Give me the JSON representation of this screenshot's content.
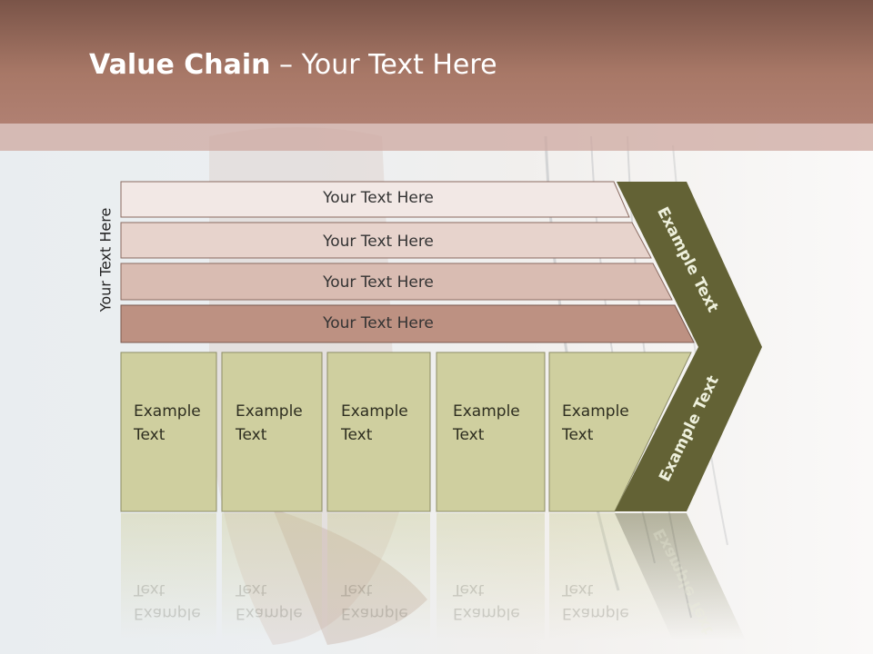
{
  "title": {
    "bold": "Value Chain",
    "rest": " – Your Text Here"
  },
  "vertical_label": "Your Text Here",
  "rows": [
    {
      "label": "Your Text Here"
    },
    {
      "label": "Your Text Here"
    },
    {
      "label": "Your Text Here"
    },
    {
      "label": "Your Text Here"
    }
  ],
  "boxes": [
    {
      "line1": "Example",
      "line2": "Text"
    },
    {
      "line1": "Example",
      "line2": "Text"
    },
    {
      "line1": "Example",
      "line2": "Text"
    },
    {
      "line1": "Example",
      "line2": "Text"
    },
    {
      "line1": "Example",
      "line2": "Text"
    }
  ],
  "chevron": {
    "upper": "Example Text",
    "lower": "Example Text"
  },
  "colors": {
    "header": "#a87867",
    "row1": "#f2e8e5",
    "row2": "#e7d3cc",
    "row3": "#d9bcb2",
    "row4": "#bd9182",
    "box": "#cfcf9f",
    "chevron": "#636235"
  }
}
